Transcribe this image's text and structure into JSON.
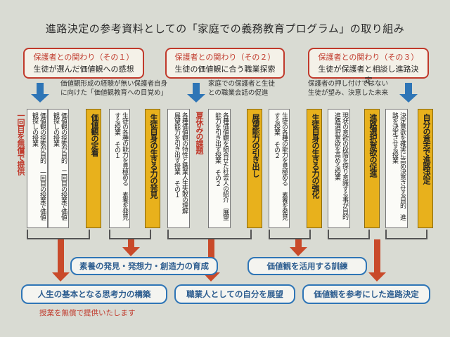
{
  "title": "進路決定の参考資料としての「家庭での義務教育プログラム」の取り組み",
  "phases": [
    {
      "title": "保護者との関わり（その１）",
      "sub": "生徒が選んだ価値観への感想",
      "desc": [
        "価値観形成の経験が無い保護者自身",
        "に向けた「価値観教育への目覚め」"
      ]
    },
    {
      "title": "保護者との関わり（その２）",
      "sub": "生徒の価値観に合う職業探索",
      "desc": [
        "家庭での保護者と生徒",
        "との職業会話の促進"
      ]
    },
    {
      "title": "保護者との関わり（その３）",
      "sub": "生徒が保護者と相談し進路決定",
      "desc": [
        "保護者の押し付けではない",
        "生徒が望み、決意した未来"
      ]
    }
  ],
  "columns": [
    {
      "text": "一回目を無償で提供",
      "style": "red-text"
    },
    {
      "text": "価値観の探索が目的 一回目の授業で価値観探しの授業",
      "style": "white"
    },
    {
      "text": "価値観の探索が目的 二回目の授業で価値観探しの授業",
      "style": "white"
    },
    {
      "text": "価値観の定着",
      "style": "yellow"
    },
    {
      "text": "生徒の各種の能力を見極める 素養を発見する授業 その１",
      "style": "white"
    },
    {
      "text": "生徒自身の生きる力の発見",
      "style": "yellow"
    },
    {
      "text": "各種価値観の特性と職業人生失敗の理解 展望能力を引き出す授業 その１",
      "style": "white"
    },
    {
      "text": "夏休みの課題",
      "style": "red-text"
    },
    {
      "text": "各種価値観を組合せた社会人の紹介 展望能力を引き出す授業 その２",
      "style": "white"
    },
    {
      "text": "展望能力の引き出し",
      "style": "yellow"
    },
    {
      "text": "生徒の各種の能力を見極める 素養を発見する授業 その２",
      "style": "white"
    },
    {
      "text": "生徒自身の生きる力の強化",
      "style": "yellow"
    },
    {
      "text": "現状の意欲の段階を探り意識する事が目的 進路選択意欲を高める授業",
      "style": "white"
    },
    {
      "text": "進路選択意欲の促進",
      "style": "yellow"
    },
    {
      "text": "決定意欲を確実に高め決意させる目的 進路を決定させる授業",
      "style": "white"
    },
    {
      "text": "自分の意志で進路決定",
      "style": "yellow"
    }
  ],
  "results_mid": [
    "素養の発見・発想力・創造力の育成",
    "価値観を活用する訓練"
  ],
  "results_bottom": [
    "人生の基本となる思考力の構築",
    "職業人としての自分を展望",
    "価値観を参考にした進路決定"
  ],
  "free_note": "授業を無償で提供いたします",
  "colors": {
    "accent_red": "#c0392b",
    "accent_blue": "#2e75b6",
    "accent_yellow": "#e8b11c"
  }
}
